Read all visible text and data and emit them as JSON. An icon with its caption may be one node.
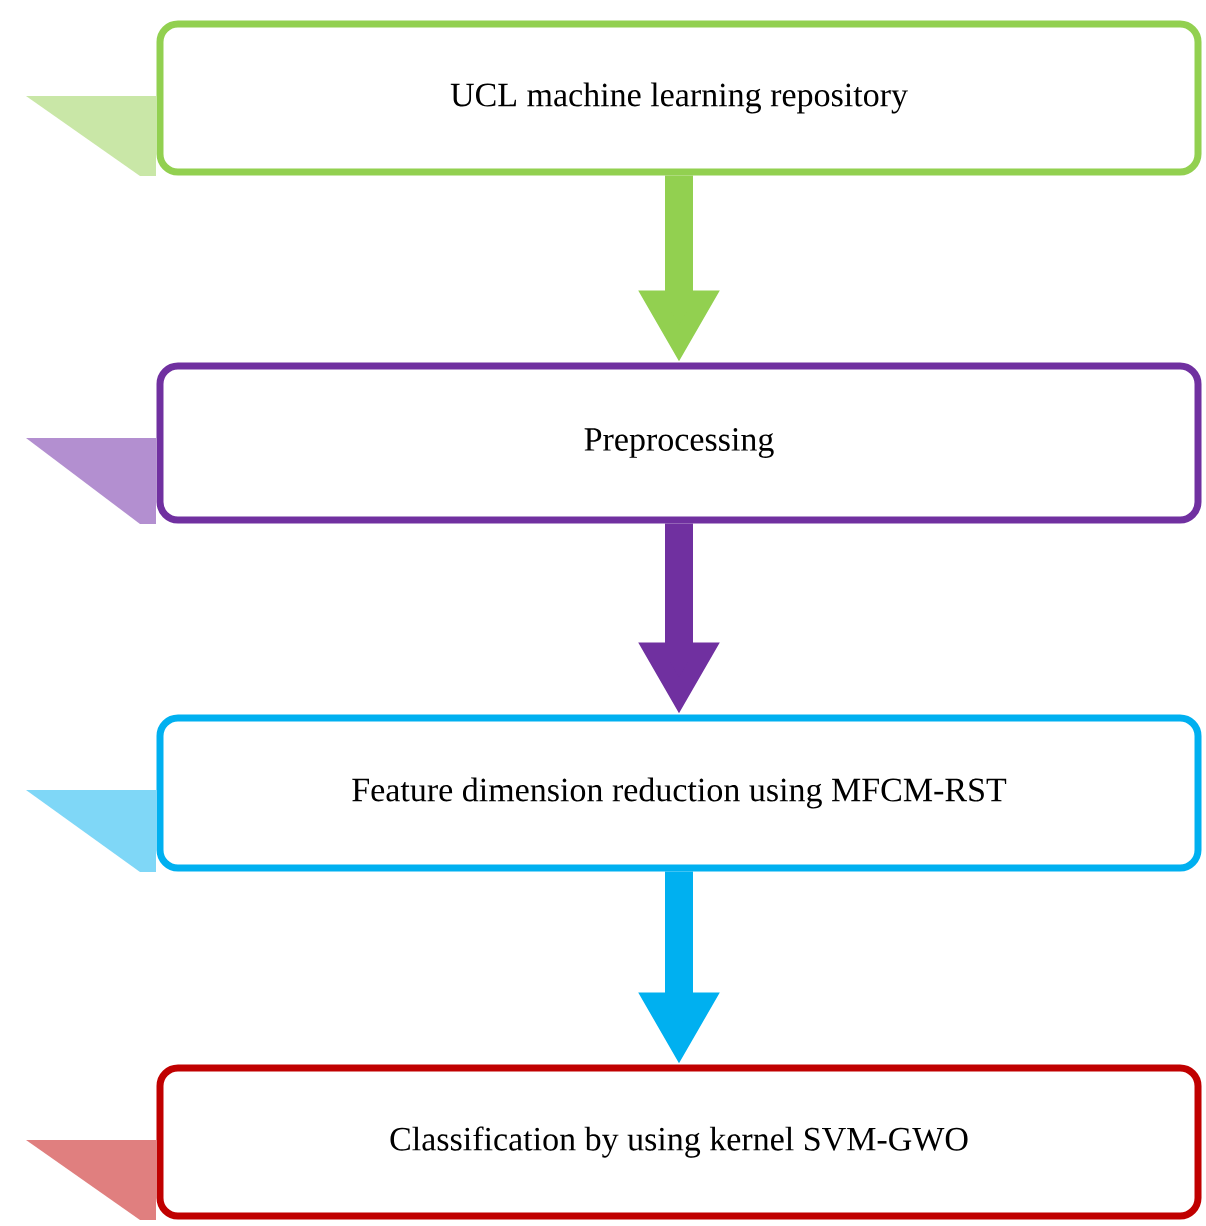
{
  "diagram": {
    "nodes": [
      {
        "text": [
          "UCL machine learning repository"
        ]
      },
      {
        "text": [
          "Preprocessing"
        ]
      },
      {
        "text": [
          "Feature dimension reduction using MFCM-RST"
        ]
      },
      {
        "text": [
          "Classification by using kernel SVM-GWO"
        ]
      }
    ],
    "edges": [
      {
        "from": 0,
        "to": 1,
        "arrow": "to",
        "color": "#92d050"
      },
      {
        "from": 1,
        "to": 2,
        "arrow": "to",
        "color": "#7030a0"
      },
      {
        "from": 2,
        "to": 3,
        "arrow": "to",
        "color": "#00b0f0"
      }
    ]
  }
}
